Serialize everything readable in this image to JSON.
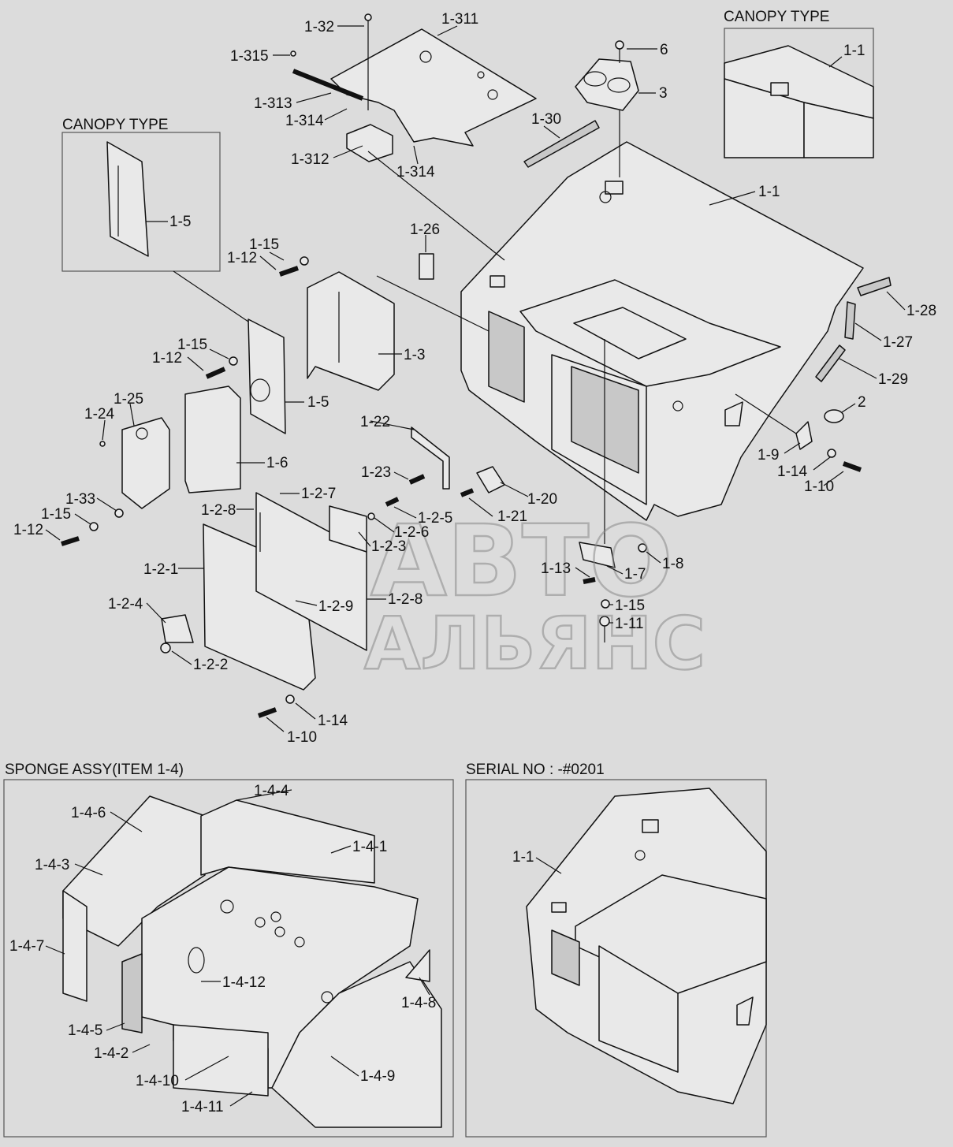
{
  "insets": {
    "canopy_top_right": "CANOPY TYPE",
    "canopy_left": "CANOPY TYPE",
    "sponge": "SPONGE ASSY(ITEM 1-4)",
    "serial": "SERIAL NO : -#0201"
  },
  "watermark": {
    "line1": "АВТО",
    "line2": "АЛЬЯНС"
  },
  "labels": {
    "l_1_32": "1-32",
    "l_1_311": "1-311",
    "l_1_315": "1-315",
    "l_1_313": "1-313",
    "l_1_314a": "1-314",
    "l_1_312": "1-312",
    "l_1_314b": "1-314",
    "l_6": "6",
    "l_3": "3",
    "l_1_30": "1-30",
    "l_1_1": "1-1",
    "l_1_26": "1-26",
    "l_1_28": "1-28",
    "l_1_27": "1-27",
    "l_1_29": "1-29",
    "l_2": "2",
    "l_1_9": "1-9",
    "l_1_14a": "1-14",
    "l_1_10a": "1-10",
    "l_1_5a": "1-5",
    "l_1_15a": "1-15",
    "l_1_12a": "1-12",
    "l_1_3": "1-3",
    "l_1_15b": "1-15",
    "l_1_12b": "1-12",
    "l_1_5b": "1-5",
    "l_1_25": "1-25",
    "l_1_24": "1-24",
    "l_1_6": "1-6",
    "l_1_22": "1-22",
    "l_1_23": "1-23",
    "l_1_20": "1-20",
    "l_1_21": "1-21",
    "l_1_33": "1-33",
    "l_1_15c": "1-15",
    "l_1_12c": "1-12",
    "l_1_2_8a": "1-2-8",
    "l_1_2_7": "1-2-7",
    "l_1_2_5": "1-2-5",
    "l_1_2_6": "1-2-6",
    "l_1_2_3": "1-2-3",
    "l_1_2_1": "1-2-1",
    "l_1_2_4": "1-2-4",
    "l_1_2_9": "1-2-9",
    "l_1_2_8b": "1-2-8",
    "l_1_2_2": "1-2-2",
    "l_1_13": "1-13",
    "l_1_7": "1-7",
    "l_1_8": "1-8",
    "l_1_15d": "1-15",
    "l_1_11": "1-11",
    "l_1_14b": "1-14",
    "l_1_10b": "1-10",
    "l_1_1c": "1-1",
    "l_1_4_4": "1-4-4",
    "l_1_4_6": "1-4-6",
    "l_1_4_1": "1-4-1",
    "l_1_4_3": "1-4-3",
    "l_1_4_7": "1-4-7",
    "l_1_4_12": "1-4-12",
    "l_1_4_8": "1-4-8",
    "l_1_4_5": "1-4-5",
    "l_1_4_2": "1-4-2",
    "l_1_4_10": "1-4-10",
    "l_1_4_9": "1-4-9",
    "l_1_4_11": "1-4-11",
    "l_1_1s": "1-1"
  }
}
